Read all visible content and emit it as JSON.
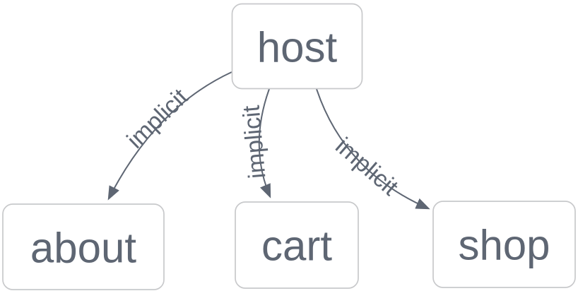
{
  "diagram": {
    "nodes": [
      {
        "id": "host",
        "label": "host"
      },
      {
        "id": "about",
        "label": "about"
      },
      {
        "id": "cart",
        "label": "cart"
      },
      {
        "id": "shop",
        "label": "shop"
      }
    ],
    "edges": [
      {
        "from": "host",
        "to": "about",
        "label": "implicit"
      },
      {
        "from": "host",
        "to": "cart",
        "label": "implicit"
      },
      {
        "from": "host",
        "to": "shop",
        "label": "implicit"
      }
    ],
    "colors": {
      "node_border": "#c8c9cb",
      "node_fill": "#ffffff",
      "text": "#5e6673",
      "edge": "#5e6673"
    }
  }
}
